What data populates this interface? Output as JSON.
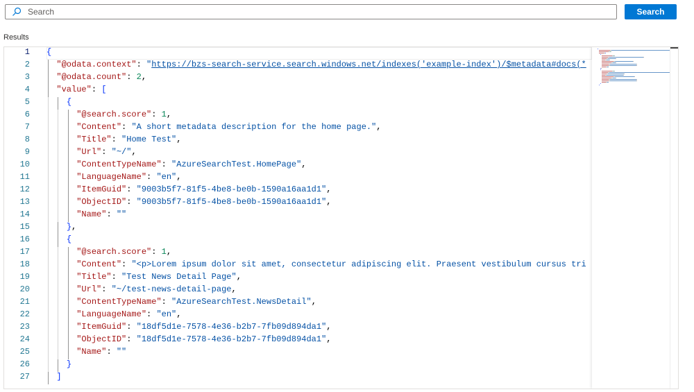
{
  "search": {
    "placeholder": "Search",
    "value": "",
    "button_label": "Search"
  },
  "results_label": "Results",
  "colors": {
    "accent": "#0078d4",
    "key": "#a31515",
    "string": "#0451a5",
    "number": "#098658",
    "line_number": "#237893"
  },
  "editor": {
    "active_line": 1,
    "lines": [
      {
        "indent": 0,
        "tokens": [
          [
            "b",
            "{"
          ]
        ]
      },
      {
        "indent": 1,
        "tokens": [
          [
            "k",
            "\"@odata.context\""
          ],
          [
            "p",
            ": "
          ],
          [
            "s",
            "\""
          ],
          [
            "u",
            "https://bzs-search-service.search.windows.net/indexes('example-index')/$metadata#docs(*"
          ]
        ]
      },
      {
        "indent": 1,
        "tokens": [
          [
            "k",
            "\"@odata.count\""
          ],
          [
            "p",
            ": "
          ],
          [
            "n",
            "2"
          ],
          [
            "p",
            ","
          ]
        ]
      },
      {
        "indent": 1,
        "tokens": [
          [
            "k",
            "\"value\""
          ],
          [
            "p",
            ": "
          ],
          [
            "b",
            "["
          ]
        ]
      },
      {
        "indent": 2,
        "tokens": [
          [
            "b",
            "{"
          ]
        ]
      },
      {
        "indent": 3,
        "tokens": [
          [
            "k",
            "\"@search.score\""
          ],
          [
            "p",
            ": "
          ],
          [
            "n",
            "1"
          ],
          [
            "p",
            ","
          ]
        ]
      },
      {
        "indent": 3,
        "tokens": [
          [
            "k",
            "\"Content\""
          ],
          [
            "p",
            ": "
          ],
          [
            "s",
            "\"A short metadata description for the home page.\""
          ],
          [
            "p",
            ","
          ]
        ]
      },
      {
        "indent": 3,
        "tokens": [
          [
            "k",
            "\"Title\""
          ],
          [
            "p",
            ": "
          ],
          [
            "s",
            "\"Home Test\""
          ],
          [
            "p",
            ","
          ]
        ]
      },
      {
        "indent": 3,
        "tokens": [
          [
            "k",
            "\"Url\""
          ],
          [
            "p",
            ": "
          ],
          [
            "s",
            "\"~/\""
          ],
          [
            "p",
            ","
          ]
        ]
      },
      {
        "indent": 3,
        "tokens": [
          [
            "k",
            "\"ContentTypeName\""
          ],
          [
            "p",
            ": "
          ],
          [
            "s",
            "\"AzureSearchTest.HomePage\""
          ],
          [
            "p",
            ","
          ]
        ]
      },
      {
        "indent": 3,
        "tokens": [
          [
            "k",
            "\"LanguageName\""
          ],
          [
            "p",
            ": "
          ],
          [
            "s",
            "\"en\""
          ],
          [
            "p",
            ","
          ]
        ]
      },
      {
        "indent": 3,
        "tokens": [
          [
            "k",
            "\"ItemGuid\""
          ],
          [
            "p",
            ": "
          ],
          [
            "s",
            "\"9003b5f7-81f5-4be8-be0b-1590a16aa1d1\""
          ],
          [
            "p",
            ","
          ]
        ]
      },
      {
        "indent": 3,
        "tokens": [
          [
            "k",
            "\"ObjectID\""
          ],
          [
            "p",
            ": "
          ],
          [
            "s",
            "\"9003b5f7-81f5-4be8-be0b-1590a16aa1d1\""
          ],
          [
            "p",
            ","
          ]
        ]
      },
      {
        "indent": 3,
        "tokens": [
          [
            "k",
            "\"Name\""
          ],
          [
            "p",
            ": "
          ],
          [
            "s",
            "\"\""
          ]
        ]
      },
      {
        "indent": 2,
        "tokens": [
          [
            "b",
            "}"
          ],
          [
            "p",
            ","
          ]
        ]
      },
      {
        "indent": 2,
        "tokens": [
          [
            "b",
            "{"
          ]
        ]
      },
      {
        "indent": 3,
        "tokens": [
          [
            "k",
            "\"@search.score\""
          ],
          [
            "p",
            ": "
          ],
          [
            "n",
            "1"
          ],
          [
            "p",
            ","
          ]
        ]
      },
      {
        "indent": 3,
        "tokens": [
          [
            "k",
            "\"Content\""
          ],
          [
            "p",
            ": "
          ],
          [
            "s",
            "\"<p>Lorem ipsum dolor sit amet, consectetur adipiscing elit. Praesent vestibulum cursus tri"
          ]
        ]
      },
      {
        "indent": 3,
        "tokens": [
          [
            "k",
            "\"Title\""
          ],
          [
            "p",
            ": "
          ],
          [
            "s",
            "\"Test News Detail Page\""
          ],
          [
            "p",
            ","
          ]
        ]
      },
      {
        "indent": 3,
        "tokens": [
          [
            "k",
            "\"Url\""
          ],
          [
            "p",
            ": "
          ],
          [
            "s",
            "\"~/test-news-detail-page"
          ],
          [
            "p",
            ","
          ]
        ]
      },
      {
        "indent": 3,
        "tokens": [
          [
            "k",
            "\"ContentTypeName\""
          ],
          [
            "p",
            ": "
          ],
          [
            "s",
            "\"AzureSearchTest.NewsDetail\""
          ],
          [
            "p",
            ","
          ]
        ]
      },
      {
        "indent": 3,
        "tokens": [
          [
            "k",
            "\"LanguageName\""
          ],
          [
            "p",
            ": "
          ],
          [
            "s",
            "\"en\""
          ],
          [
            "p",
            ","
          ]
        ]
      },
      {
        "indent": 3,
        "tokens": [
          [
            "k",
            "\"ItemGuid\""
          ],
          [
            "p",
            ": "
          ],
          [
            "s",
            "\"18df5d1e-7578-4e36-b2b7-7fb09d894da1\""
          ],
          [
            "p",
            ","
          ]
        ]
      },
      {
        "indent": 3,
        "tokens": [
          [
            "k",
            "\"ObjectID\""
          ],
          [
            "p",
            ": "
          ],
          [
            "s",
            "\"18df5d1e-7578-4e36-b2b7-7fb09d894da1\""
          ],
          [
            "p",
            ","
          ]
        ]
      },
      {
        "indent": 3,
        "tokens": [
          [
            "k",
            "\"Name\""
          ],
          [
            "p",
            ": "
          ],
          [
            "s",
            "\"\""
          ]
        ]
      },
      {
        "indent": 2,
        "tokens": [
          [
            "b",
            "}"
          ]
        ]
      },
      {
        "indent": 1,
        "tokens": [
          [
            "b",
            "]"
          ]
        ]
      }
    ]
  }
}
